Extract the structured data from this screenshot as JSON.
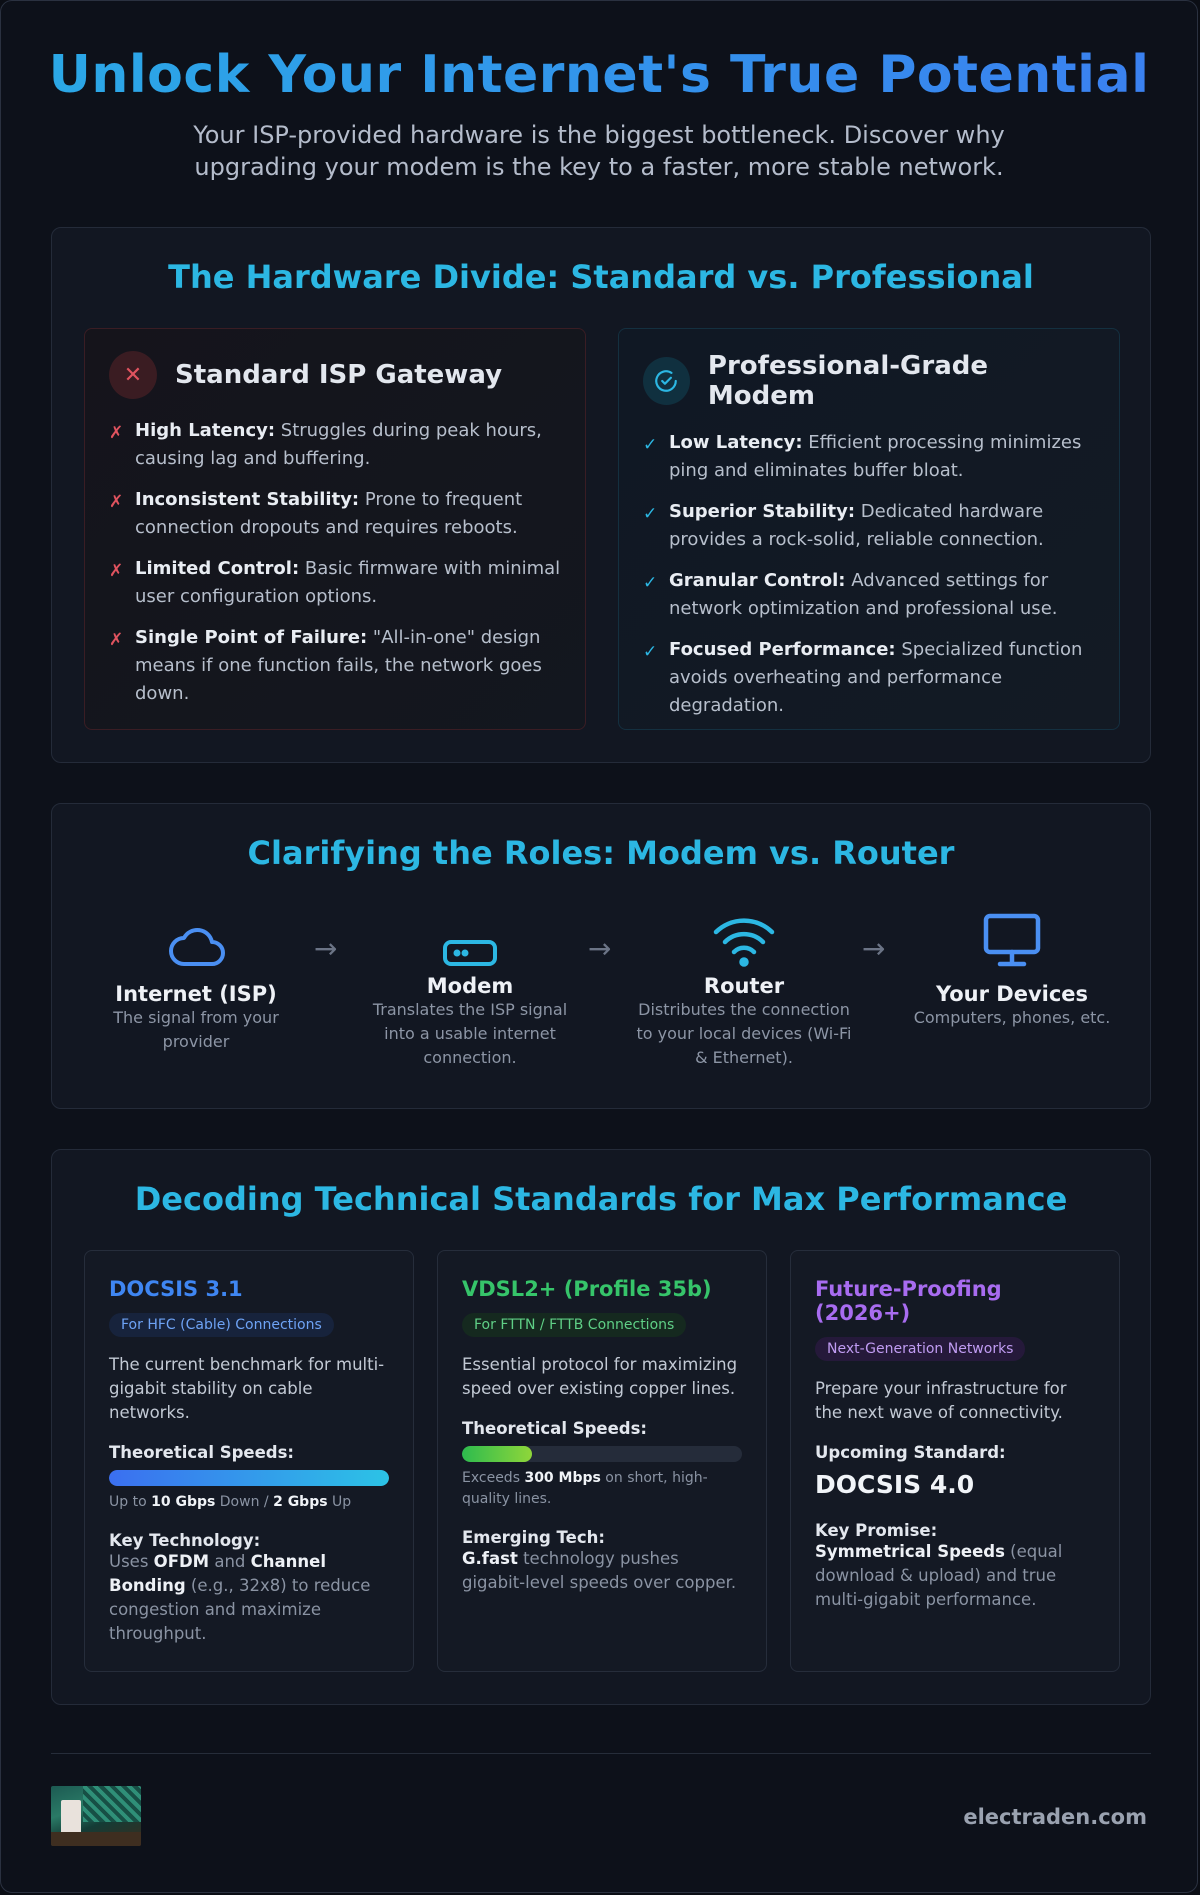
{
  "hero": {
    "title": "Unlock Your Internet's True Potential",
    "subtitle": "Your ISP-provided hardware is the biggest bottleneck. Discover why upgrading your modem is the key to a faster, more stable network."
  },
  "hardware": {
    "title": "The Hardware Divide: Standard vs. Professional",
    "standard": {
      "title": "Standard ISP Gateway",
      "icon": "x-icon",
      "items": [
        {
          "label": "High Latency:",
          "text": " Struggles during peak hours, causing lag and buffering."
        },
        {
          "label": "Inconsistent Stability:",
          "text": " Prone to frequent connection dropouts and requires reboots."
        },
        {
          "label": "Limited Control:",
          "text": " Basic firmware with minimal user configuration options."
        },
        {
          "label": "Single Point of Failure:",
          "text": " \"All-in-one\" design means if one function fails, the network goes down."
        }
      ]
    },
    "professional": {
      "title": "Professional-Grade Modem",
      "icon": "check-circle-icon",
      "items": [
        {
          "label": "Low Latency:",
          "text": " Efficient processing minimizes ping and eliminates buffer bloat."
        },
        {
          "label": "Superior Stability:",
          "text": " Dedicated hardware provides a rock-solid, reliable connection."
        },
        {
          "label": "Granular Control:",
          "text": " Advanced settings for network optimization and professional use."
        },
        {
          "label": "Focused Performance:",
          "text": " Specialized function avoids overheating and performance degradation."
        }
      ]
    }
  },
  "roles": {
    "title": "Clarifying the Roles: Modem vs. Router",
    "arrow": "→",
    "nodes": [
      {
        "title": "Internet (ISP)",
        "desc": "The signal from your provider",
        "icon": "cloud-icon"
      },
      {
        "title": "Modem",
        "desc": "Translates the ISP signal into a usable internet connection.",
        "icon": "modem-icon"
      },
      {
        "title": "Router",
        "desc": "Distributes the connection to your local devices (Wi-Fi & Ethernet).",
        "icon": "wifi-icon"
      },
      {
        "title": "Your Devices",
        "desc": "Computers, phones, etc.",
        "icon": "monitor-icon"
      }
    ]
  },
  "standards": {
    "title": "Decoding Technical Standards for Max Performance",
    "docsis": {
      "title": "DOCSIS 3.1",
      "tag": "For HFC (Cable) Connections",
      "desc": "The current benchmark for multi-gigabit stability on cable networks.",
      "speeds_label": "Theoretical Speeds:",
      "bar_level": 1.0,
      "speed_pre": "Up to ",
      "speed_down": "10 Gbps",
      "speed_mid": " Down / ",
      "speed_up": "2 Gbps",
      "speed_post": " Up",
      "tech_label": "Key Technology:",
      "tech_1": "Uses ",
      "tech_2": "OFDM",
      "tech_3": " and ",
      "tech_4": "Channel Bonding",
      "tech_5": " (e.g., 32x8) to reduce congestion and maximize throughput."
    },
    "vdsl": {
      "title": "VDSL2+ (Profile 35b)",
      "tag": "For FTTN / FTTB Connections",
      "desc": "Essential protocol for maximizing speed over existing copper lines.",
      "speeds_label": "Theoretical Speeds:",
      "bar_level": 0.25,
      "speed_pre": "Exceeds ",
      "speed_val": "300 Mbps",
      "speed_post": " on short, high-quality lines.",
      "tech_label": "Emerging Tech:",
      "tech_b": "G.fast",
      "tech_rest": " technology pushes gigabit-level speeds over copper."
    },
    "future": {
      "title": "Future-Proofing (2026+)",
      "tag": "Next-Generation Networks",
      "desc": "Prepare your infrastructure for the next wave of connectivity.",
      "upcoming_label": "Upcoming Standard:",
      "upcoming_value": "DOCSIS 4.0",
      "promise_label": "Key Promise:",
      "promise_b": "Symmetrical Speeds",
      "promise_rest": " (equal download & upload) and true multi-gigabit performance."
    }
  },
  "colors": {
    "docsis": "#3f86f2",
    "vdsl": "#36c46a",
    "future": "#a86cf0",
    "accent": "#2cb7e3"
  },
  "footer": {
    "site": "electraden.com"
  }
}
